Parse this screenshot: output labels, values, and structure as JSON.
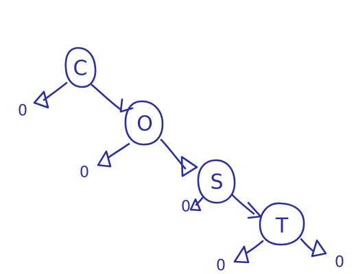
{
  "ink_color": "#2a2f9e",
  "nodes": [
    {
      "id": "C",
      "letter": "C"
    },
    {
      "id": "O",
      "letter": "O"
    },
    {
      "id": "S",
      "letter": "S"
    },
    {
      "id": "T",
      "letter": "T"
    }
  ],
  "edges": [
    {
      "from": "C",
      "to": "O",
      "kind": "right-child"
    },
    {
      "from": "O",
      "to": "S",
      "kind": "right-child"
    },
    {
      "from": "S",
      "to": "T",
      "kind": "right-child"
    }
  ],
  "null_links": [
    {
      "node": "C",
      "side": "left",
      "label": "0"
    },
    {
      "node": "O",
      "side": "left",
      "label": "0"
    },
    {
      "node": "S",
      "side": "left",
      "label": "0"
    },
    {
      "node": "T",
      "side": "left",
      "label": "0"
    },
    {
      "node": "T",
      "side": "right",
      "label": "0"
    }
  ]
}
